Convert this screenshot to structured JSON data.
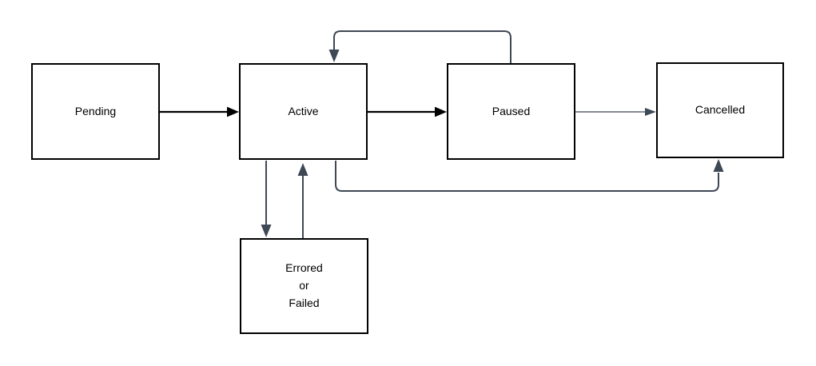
{
  "nodes": [
    {
      "name": "pending",
      "label": "Pending"
    },
    {
      "name": "active",
      "label": "Active"
    },
    {
      "name": "paused",
      "label": "Paused"
    },
    {
      "name": "cancelled",
      "label": "Cancelled"
    },
    {
      "name": "errored-or-failed",
      "label": "Errored\nor\nFailed"
    }
  ],
  "edges": [
    {
      "from": "Pending",
      "to": "Active",
      "style": "black solid arrow, left-to-right"
    },
    {
      "from": "Active",
      "to": "Paused",
      "style": "black solid arrow, left-to-right"
    },
    {
      "from": "Paused",
      "to": "Cancelled",
      "style": "thin gray arrow, left-to-right"
    },
    {
      "from": "Paused",
      "to": "Active",
      "style": "gray elbow arrow routed above boxes, arrow into top of Active"
    },
    {
      "from": "Active",
      "to": "Errored or Failed",
      "style": "gray arrow, straight down"
    },
    {
      "from": "Errored or Failed",
      "to": "Active",
      "style": "gray arrow, straight up"
    },
    {
      "from": "Active",
      "to": "Cancelled",
      "style": "gray elbow arrow routed below boxes, arrow into bottom of Cancelled"
    }
  ],
  "colors": {
    "background": "#ffffff",
    "node_fill": "#ffffff",
    "node_border": "#000000",
    "edge_black": "#000000",
    "edge_gray": "#3f4855",
    "text": "#000000"
  }
}
